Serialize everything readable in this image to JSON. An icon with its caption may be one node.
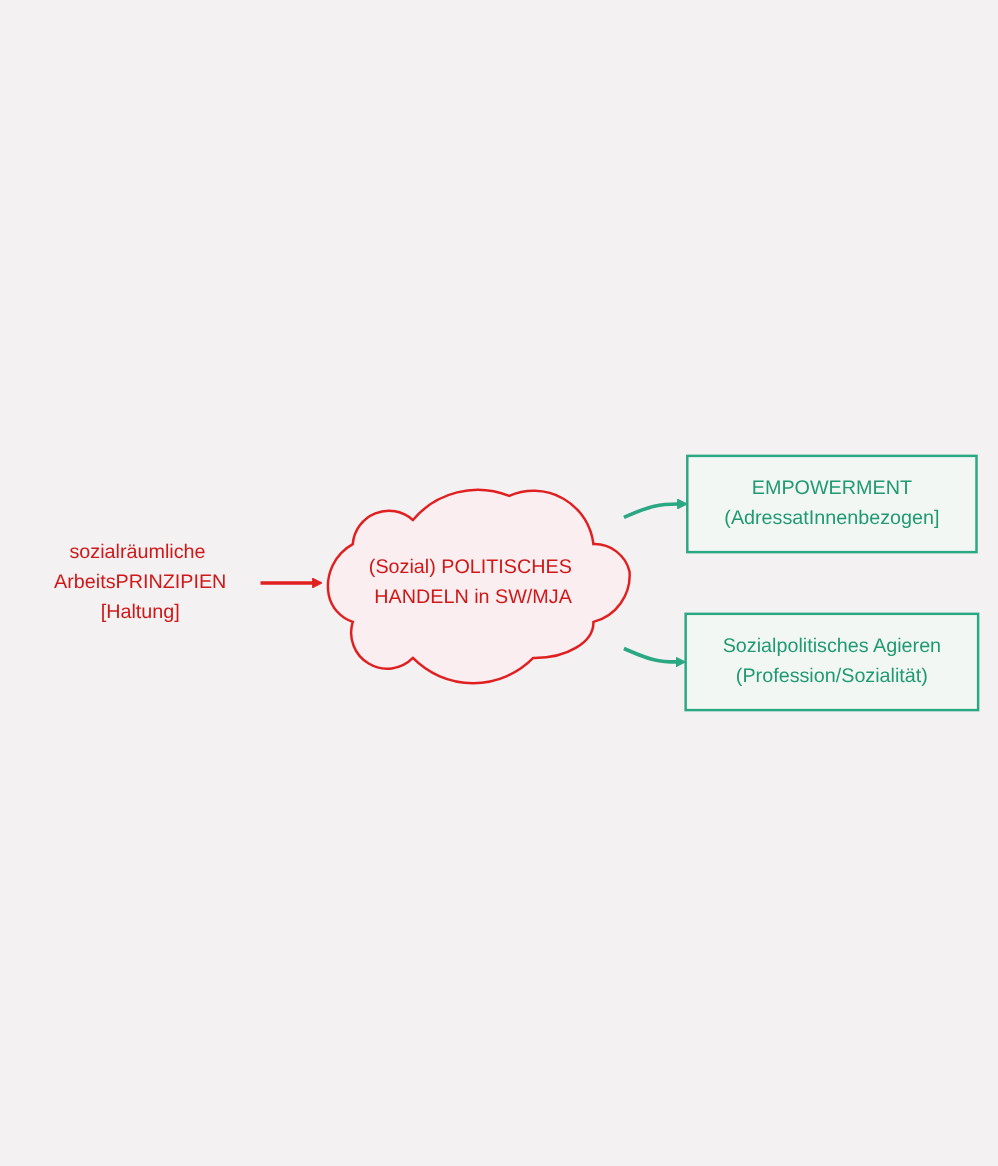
{
  "diagram": {
    "nodes": [
      {
        "text": [
          "(Sozial) POLITISCHES HANDELN in SW/MJA"
        ]
      },
      {
        "text": [
          "EMPOWERMENT",
          "(AdressatInnenbezogen]"
        ]
      },
      {
        "text": [
          "Sozialpolitisches Agieren",
          "(Profession/Sozialität)"
        ]
      },
      {
        "text": [
          "sozialräumliche ArbeitsPRINZIPIEN",
          "[Haltung]"
        ]
      }
    ],
    "edges": [
      {
        "from": 0,
        "to": 1,
        "arrow": "to"
      },
      {
        "from": 0,
        "to": 2,
        "arrow": "to"
      },
      {
        "from": 3,
        "to": 0,
        "arrow": "to",
        "color": "#e02020"
      }
    ]
  }
}
